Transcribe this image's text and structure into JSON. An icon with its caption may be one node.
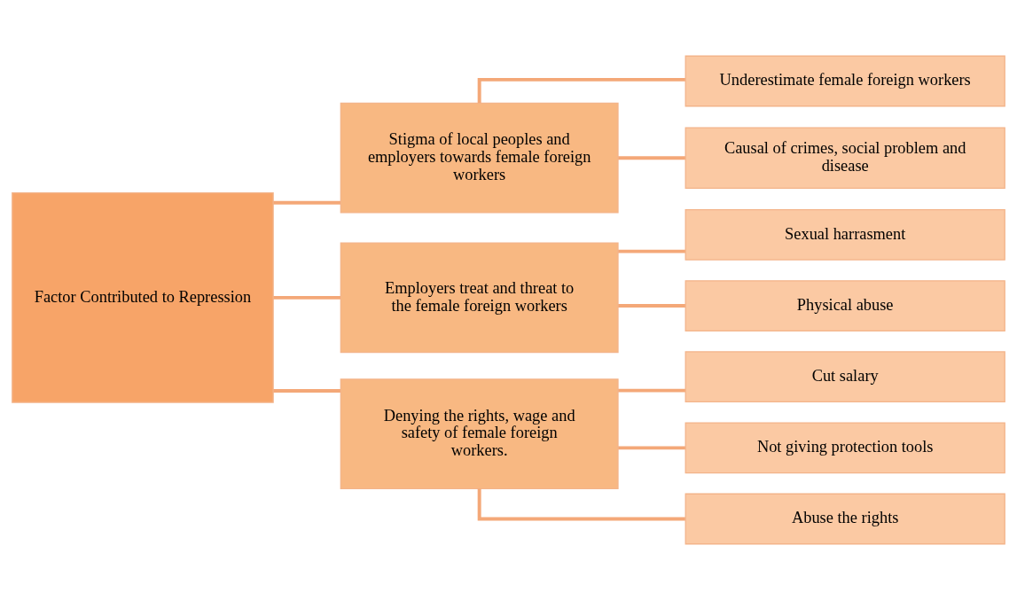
{
  "diagram": {
    "nodes": [
      {
        "text": [
          "Factor Contributed to Repression"
        ]
      },
      {
        "text": [
          "Stigma of local peoples and employers towards female foreign workers"
        ]
      },
      {
        "text": [
          "Underestimate female foreign workers"
        ]
      },
      {
        "text": [
          "Causal of crimes, social problem and disease"
        ]
      },
      {
        "text": [
          "Employers treat and threat to the female foreign workers"
        ]
      },
      {
        "text": [
          "Sexual harrasment"
        ]
      },
      {
        "text": [
          "Physical abuse"
        ]
      },
      {
        "text": [
          "Denying the rights, wage and safety of female foreign workers."
        ]
      },
      {
        "text": [
          "Cut salary"
        ]
      },
      {
        "text": [
          "Not giving protection tools"
        ]
      },
      {
        "text": [
          "Abuse the rights"
        ]
      }
    ],
    "edges": [
      {
        "from": 0,
        "to": 1,
        "arrow": "none"
      },
      {
        "from": 0,
        "to": 4,
        "arrow": "none"
      },
      {
        "from": 0,
        "to": 7,
        "arrow": "none"
      },
      {
        "from": 1,
        "to": 2,
        "arrow": "none"
      },
      {
        "from": 1,
        "to": 3,
        "arrow": "none"
      },
      {
        "from": 4,
        "to": 5,
        "arrow": "none"
      },
      {
        "from": 4,
        "to": 6,
        "arrow": "none"
      },
      {
        "from": 7,
        "to": 8,
        "arrow": "none"
      },
      {
        "from": 7,
        "to": 9,
        "arrow": "none"
      },
      {
        "from": 7,
        "to": 10,
        "arrow": "none"
      }
    ]
  }
}
